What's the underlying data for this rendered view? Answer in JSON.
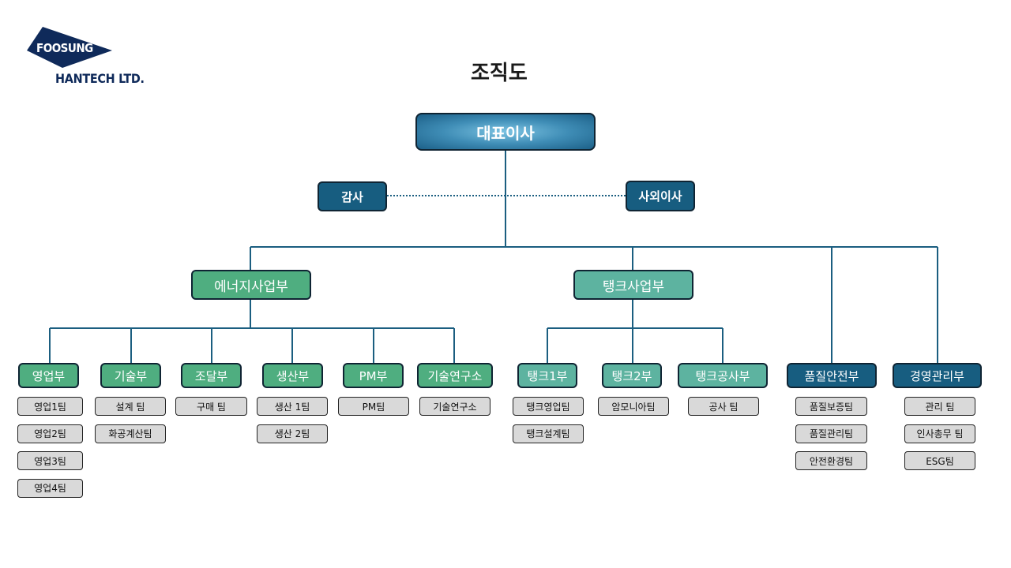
{
  "logo": {
    "brand": "FOOSUNG",
    "company": "HANTECH LTD.",
    "color": "#0f2a5a"
  },
  "title": "조직도",
  "ceo": {
    "label": "대표이사"
  },
  "auditor": {
    "label": "감사"
  },
  "outside_director": {
    "label": "사외이사"
  },
  "divisions": [
    {
      "label": "에너지사업부",
      "color": "#4fae80"
    },
    {
      "label": "탱크사업부",
      "color": "#5db3a0"
    }
  ],
  "departments": [
    {
      "label": "영업부",
      "teams": [
        "영업1팀",
        "영업2팀",
        "영업3팀",
        "영업4팀"
      ]
    },
    {
      "label": "기술부",
      "teams": [
        "설계 팀",
        "화공계산팀"
      ]
    },
    {
      "label": "조달부",
      "teams": [
        "구매 팀"
      ]
    },
    {
      "label": "생산부",
      "teams": [
        "생산 1팀",
        "생산 2팀"
      ]
    },
    {
      "label": "PM부",
      "teams": [
        "PM팀"
      ]
    },
    {
      "label": "기술연구소",
      "teams": [
        "기술연구소"
      ]
    },
    {
      "label": "탱크1부",
      "teams": [
        "탱크영업팀",
        "탱크설계팀"
      ]
    },
    {
      "label": "탱크2부",
      "teams": [
        "암모니아팀"
      ]
    },
    {
      "label": "탱크공사부",
      "teams": [
        "공사 팀"
      ]
    },
    {
      "label": "품질안전부",
      "teams": [
        "품질보증팀",
        "품질관리팀",
        "안전환경팀"
      ]
    },
    {
      "label": "경영관리부",
      "teams": [
        "관리 팀",
        "인사총무 팀",
        "ESG팀"
      ]
    }
  ],
  "colors": {
    "line": "#1b5e80",
    "green": "#4fae80",
    "teal": "#5db3a0",
    "navy": "#175d80",
    "team_bg": "#d9d9d9"
  }
}
